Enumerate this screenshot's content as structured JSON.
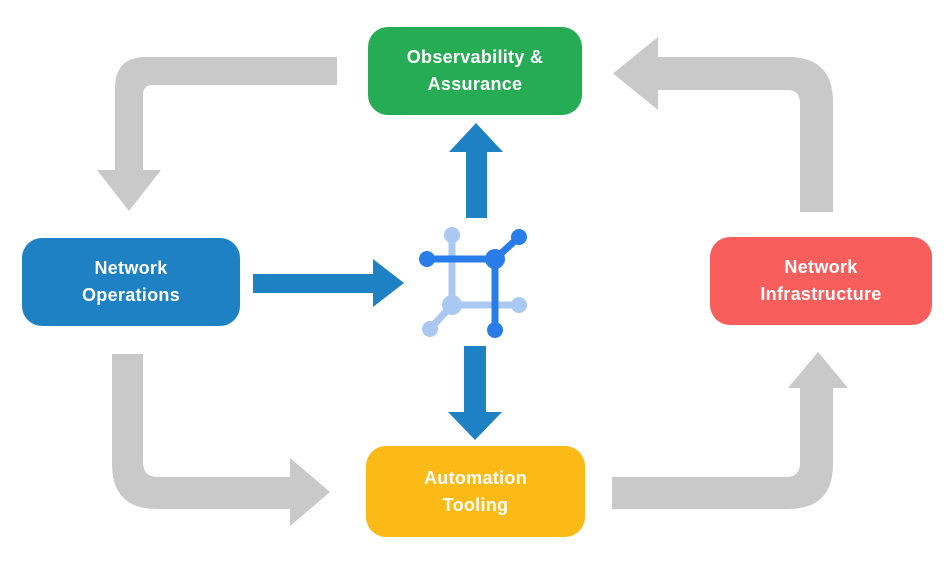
{
  "diagram": {
    "description": "Network automation cycle diagram",
    "nodes": {
      "observability_assurance": {
        "label": "Observability &\nAssurance",
        "color": "#26AC55"
      },
      "network_operations": {
        "label": "Network\nOperations",
        "color": "#1E81C4"
      },
      "network_infrastructure": {
        "label": "Network\nInfrastructure",
        "color": "#F85E5C"
      },
      "automation_tooling": {
        "label": "Automation\nTooling",
        "color": "#FBBA16"
      }
    },
    "center_icon": "network-automation-hub-icon",
    "cycle_arrows": [
      {
        "name": "observability-to-operations",
        "direction": "down"
      },
      {
        "name": "operations-to-automation",
        "direction": "right"
      },
      {
        "name": "automation-to-infrastructure",
        "direction": "up"
      },
      {
        "name": "infrastructure-to-observability",
        "direction": "left"
      }
    ],
    "hub_arrows": [
      {
        "name": "hub-to-observability",
        "direction": "up"
      },
      {
        "name": "operations-to-hub",
        "direction": "right"
      },
      {
        "name": "hub-to-automation",
        "direction": "down"
      }
    ],
    "colors": {
      "cycle_arrow": "#C9C9C9",
      "hub_arrow": "#1E81C4",
      "icon_primary_blue": "#2A7DE8",
      "icon_light_blue": "#A9C9F2",
      "label_text": "#FFFFFF",
      "background": "#FFFFFF"
    }
  }
}
